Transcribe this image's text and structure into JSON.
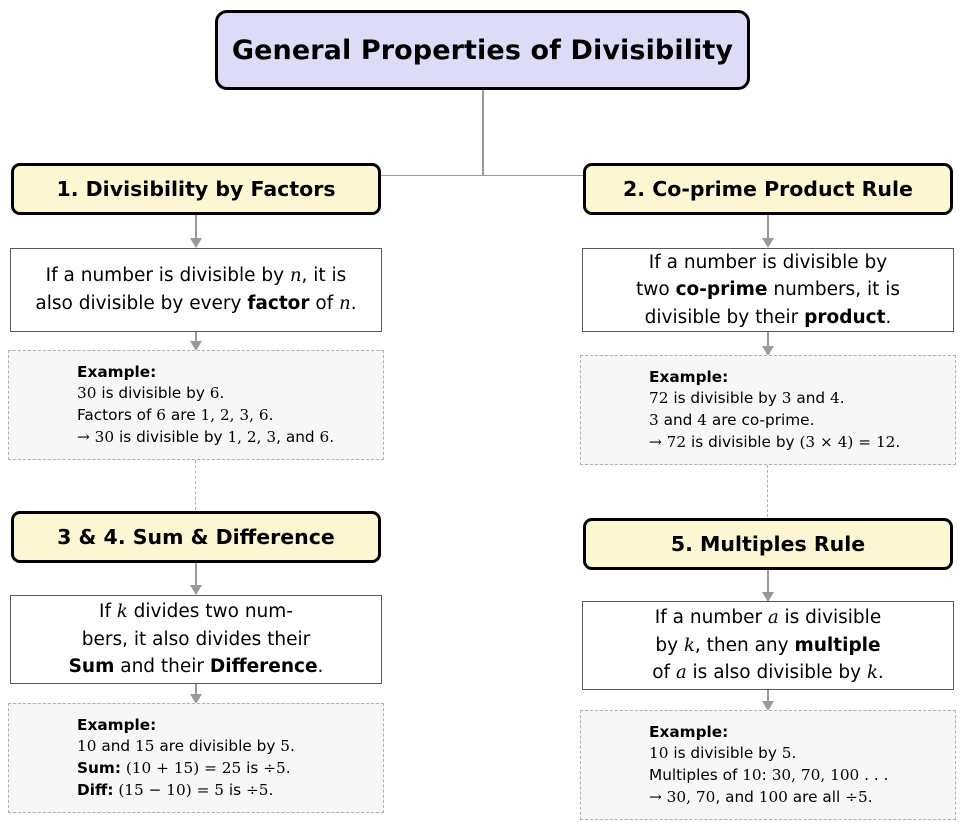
{
  "diagram": {
    "title": "General Properties of Divisibility",
    "theme": {
      "title_fill": "#dcdcf7",
      "header_fill": "#fcf7d2",
      "content_fill": "#ffffff",
      "example_fill": "#f7f7f7",
      "border_dark": "#000000",
      "border_gray": "#5a5a5a",
      "border_dashed": "#b0b0b0",
      "connector": "#9a9a9a",
      "background": "#ffffff"
    },
    "branches": [
      {
        "header": "1. Divisibility by Factors",
        "content_lines": [
          "If a number is divisible by n, it is",
          "also divisible by every factor of n."
        ],
        "example_label": "Example:",
        "example_lines": [
          "30 is divisible by 6.",
          "Factors of 6 are 1, 2, 3, 6.",
          "→ 30 is divisible by 1, 2, 3, and 6."
        ]
      },
      {
        "header": "2. Co-prime Product Rule",
        "content_lines": [
          "If a number is divisible by",
          "two co-prime numbers, it is",
          "divisible by their product."
        ],
        "example_label": "Example:",
        "example_lines": [
          "72 is divisible by 3 and 4.",
          "3 and 4 are co-prime.",
          "→ 72 is divisible by (3 × 4) = 12."
        ]
      },
      {
        "header": "3 & 4. Sum & Difference",
        "content_lines": [
          "If k divides two num-",
          "bers, it also divides their",
          "Sum and their Difference."
        ],
        "example_label": "Example:",
        "example_lines": [
          "10 and 15 are divisible by 5.",
          "Sum: (10 + 15) = 25 is ÷5.",
          "Diff: (15 − 10) = 5 is ÷5."
        ]
      },
      {
        "header": "5. Multiples Rule",
        "content_lines": [
          "If a number a is divisible",
          "by k, then any multiple",
          "of a is also divisible by k."
        ],
        "example_label": "Example:",
        "example_lines": [
          "10 is divisible by 5.",
          "Multiples of 10: 30, 70, 100 . . .",
          "→ 30, 70, and 100 are all ÷5."
        ]
      }
    ]
  }
}
